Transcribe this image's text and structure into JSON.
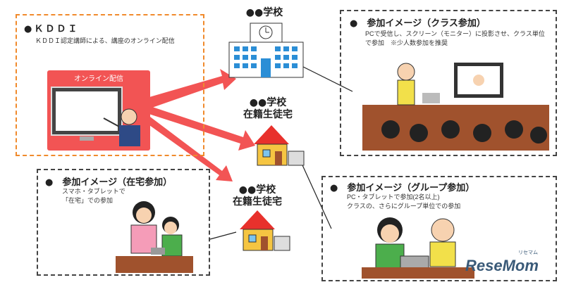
{
  "kddi": {
    "title": "●ＫＤＤＩ",
    "desc": "ＫＤＤＩ認定講師による、講座のオンライン配信",
    "panel_label": "オンライン配信"
  },
  "school": {
    "label": "●●学校"
  },
  "home1": {
    "line1": "●●学校",
    "line2": "在籍生徒宅"
  },
  "home2": {
    "line1": "●●学校",
    "line2": "在籍生徒宅"
  },
  "class_box": {
    "title": "●　参加イメージ（クラス参加）",
    "desc1": "PCで受信し、スクリーン（モニター）に投影させ、クラス単位",
    "desc2": "で参加　※少人数参加を推奨"
  },
  "home_box": {
    "title": "●　参加イメージ（在宅参加）",
    "desc1": "スマホ・タブレットで",
    "desc2": "「在宅」での参加"
  },
  "group_box": {
    "title": "●　参加イメージ（グループ参加）",
    "desc1": "PC・タブレットで参加(2名以上)",
    "desc2": "クラスの、さらにグループ単位での参加"
  },
  "logo": {
    "text": "ReseMom",
    "sub": "リセマム"
  },
  "colors": {
    "arrow": "#f25454",
    "kddi_border": "#f08a2c",
    "panel": "#f25454"
  }
}
